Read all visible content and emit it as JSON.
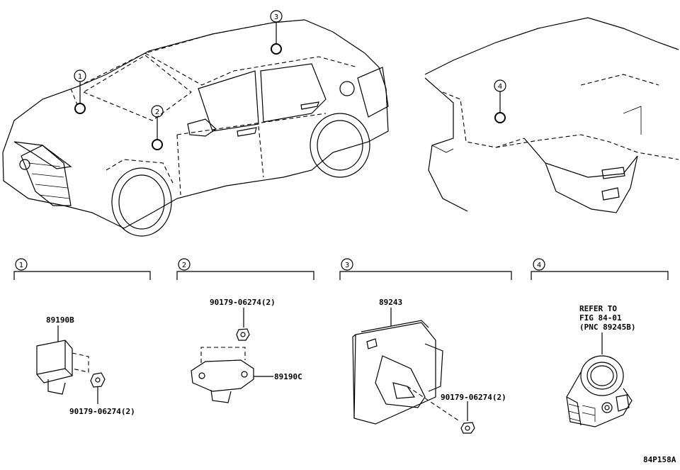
{
  "callouts": {
    "c1": "1",
    "c2": "2",
    "c3": "3",
    "c4": "4"
  },
  "sections": [
    {
      "num": "1",
      "parts": [
        "89190B",
        "90179-06274(2)"
      ]
    },
    {
      "num": "2",
      "parts": [
        "90179-06274(2)",
        "89190C"
      ]
    },
    {
      "num": "3",
      "parts": [
        "89243",
        "90179-06274(2)"
      ]
    },
    {
      "num": "4",
      "refer": [
        "REFER TO",
        "FIG 84-01",
        "(PNC 89245B)"
      ]
    }
  ],
  "figure_code": "84P158A"
}
